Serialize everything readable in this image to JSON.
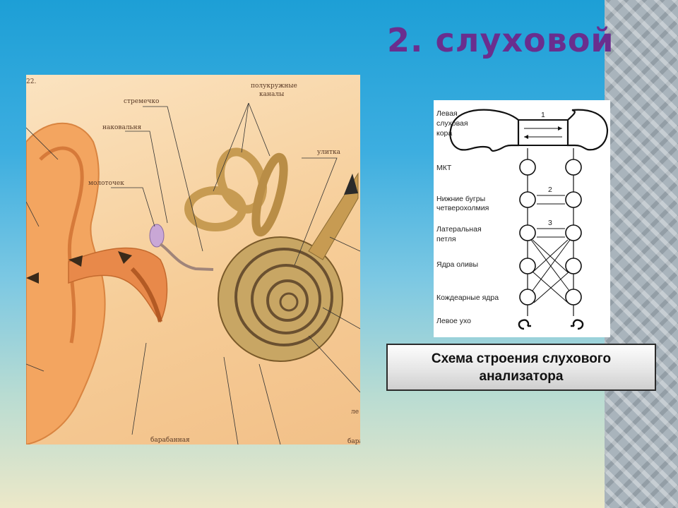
{
  "slide": {
    "title": "2.  слуховой",
    "caption": "Схема строения слухового\nанализатора"
  },
  "ear_diagram": {
    "labels": {
      "corner": "22.",
      "stirrup": "стремечко",
      "anvil": "наковальня",
      "hammer": "молоточек",
      "canals": "полукружные\nканалы",
      "cochlea": "улитка",
      "eardrum": "барабанная",
      "right_edge_top": "ле",
      "right_edge_bottom": "бара"
    }
  },
  "scheme": {
    "cortex_left": "Левая\nслуховая\nкора",
    "mkt": "МКТ",
    "colliculi": "Нижние бугры\nчетверохолмия",
    "lemniscus": "Латеральная\nпетля",
    "olive": "Ядра оливы",
    "cochlear_nuclei": "Кождеарные ядра",
    "left_ear": "Левое ухо",
    "n1": "1",
    "n2": "2",
    "n3": "3"
  },
  "colors": {
    "title": "#6a2e8e",
    "ear_skin": "#f09a55",
    "canals": "#c79b52"
  }
}
